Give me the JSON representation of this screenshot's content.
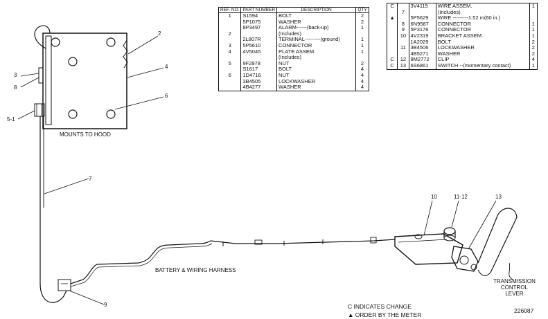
{
  "table_left": {
    "headers": {
      "ref": "REF. NO.",
      "part": "PART NUMBER",
      "desc": "DESCRIPTION",
      "qty": "QTY"
    },
    "rows": [
      {
        "ref": "1",
        "part": "S1594",
        "desc": "BOLT",
        "qty": "2"
      },
      {
        "ref": "",
        "part": "5P1075",
        "desc": "WASHER",
        "qty": "2"
      },
      {
        "ref": "",
        "part": "8P3497",
        "desc": "ALARM------(back-up)",
        "qty": "1"
      },
      {
        "ref": "2",
        "part": "",
        "desc": "(Includes)",
        "qty": ""
      },
      {
        "ref": "",
        "part": "2L807R",
        "desc": "TERMINAL---------(ground)",
        "qty": "1"
      },
      {
        "ref": "3",
        "part": "5P5610",
        "desc": "CONNECTOR",
        "qty": "1"
      },
      {
        "ref": "4",
        "part": "4V5045",
        "desc": "PLATE ASSEM.",
        "qty": "1"
      },
      {
        "ref": "",
        "part": "",
        "desc": "(Includes)",
        "qty": ""
      },
      {
        "ref": "5",
        "part": "9F2978",
        "desc": "NUT",
        "qty": "2"
      },
      {
        "ref": "",
        "part": "S1617",
        "desc": "BOLT",
        "qty": "4"
      },
      {
        "ref": "6",
        "part": "1D4716",
        "desc": "NUT",
        "qty": "4"
      },
      {
        "ref": "",
        "part": "3B4505",
        "desc": "LOCKWASHER",
        "qty": "4"
      },
      {
        "ref": "",
        "part": "4B4277",
        "desc": "WASHER",
        "qty": "4"
      }
    ]
  },
  "table_right": {
    "rows": [
      {
        "chg": "C",
        "ref": "",
        "part": "3V4115",
        "desc": "WIRE ASSEM.",
        "qty": "1"
      },
      {
        "chg": "",
        "ref": "7",
        "part": "",
        "desc": "(Includes)",
        "qty": ""
      },
      {
        "chg": "▲",
        "ref": "",
        "part": "5P5629",
        "desc": "WIRE ---------1.52 m(60 in.)",
        "qty": ""
      },
      {
        "chg": "",
        "ref": "8",
        "part": "6N9587",
        "desc": "CONNECTOR",
        "qty": "1"
      },
      {
        "chg": "",
        "ref": "9",
        "part": "5P3176",
        "desc": "CONNECTOR",
        "qty": "1"
      },
      {
        "chg": "",
        "ref": "10",
        "part": "4V2319",
        "desc": "BRACKET ASSEM.",
        "qty": "1"
      },
      {
        "chg": "",
        "ref": "",
        "part": "1A2029",
        "desc": "BOLT",
        "qty": "2"
      },
      {
        "chg": "",
        "ref": "11",
        "part": "3B4506",
        "desc": "LOCKWASHER",
        "qty": "2"
      },
      {
        "chg": "",
        "ref": "",
        "part": "4B5271",
        "desc": "WASHER",
        "qty": "2"
      },
      {
        "chg": "C",
        "ref": "12",
        "part": "8M2772",
        "desc": "CLIP",
        "qty": "4"
      },
      {
        "chg": "C",
        "ref": "13",
        "part": "6S6861",
        "desc": "SWITCH --(momentary contact)",
        "qty": "1"
      }
    ]
  },
  "callouts": {
    "c2": "2",
    "c4": "4",
    "c6": "6",
    "c3": "3",
    "c8": "8",
    "c51": "5-1",
    "c7": "7",
    "c9": "9",
    "c10": "10",
    "c1112": "11-12",
    "c13": "13"
  },
  "labels": {
    "mounts": "MOUNTS TO HOOD",
    "harness": "BATTERY & WIRING HARNESS",
    "lever": [
      "TRANSMISSION",
      "CONTROL",
      "LEVER"
    ]
  },
  "legend": {
    "change": "C INDICATES CHANGE",
    "meter": "▲ ORDER BY THE METER"
  },
  "figure_number": "226087"
}
